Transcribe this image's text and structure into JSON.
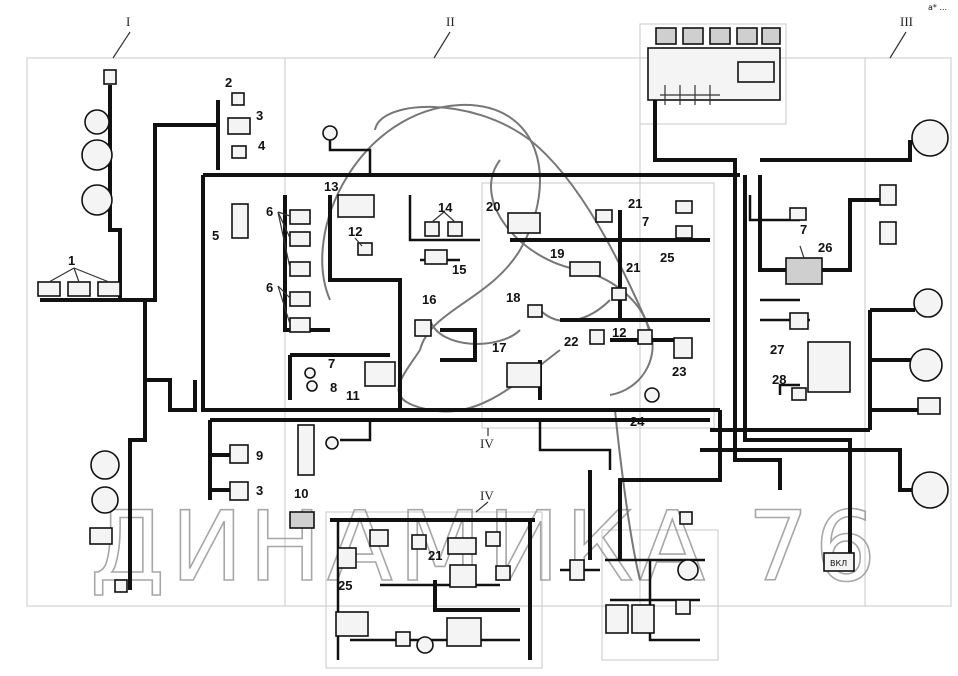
{
  "sections": [
    {
      "id": "s1",
      "label": "I"
    },
    {
      "id": "s2",
      "label": "II"
    },
    {
      "id": "s3",
      "label": "III"
    },
    {
      "id": "s4a",
      "label": "IV"
    },
    {
      "id": "s4b",
      "label": "IV"
    }
  ],
  "callouts": [
    "1",
    "2",
    "3",
    "4",
    "5",
    "6",
    "6",
    "7",
    "7",
    "7",
    "8",
    "9",
    "3",
    "10",
    "11",
    "12",
    "12",
    "13",
    "14",
    "15",
    "16",
    "17",
    "18",
    "19",
    "20",
    "21",
    "21",
    "21",
    "22",
    "23",
    "24",
    "25",
    "25",
    "26",
    "27",
    "28"
  ],
  "watermark": "ДИНАМИКА 76",
  "corner_mark": "a* ...",
  "badge_text": "ВКЛ"
}
